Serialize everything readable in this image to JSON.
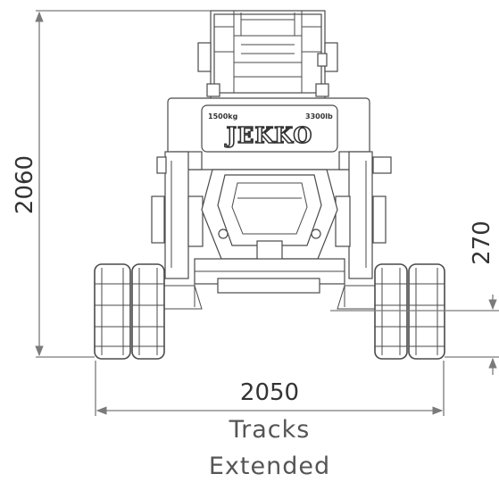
{
  "dimensions": {
    "height": "2060",
    "width": "2050",
    "clearance": "270"
  },
  "caption": {
    "line1": "Tracks",
    "line2": "Extended"
  },
  "machine": {
    "brand": "JEKKO",
    "left_badge": "1500kg",
    "right_badge": "3300lb"
  }
}
